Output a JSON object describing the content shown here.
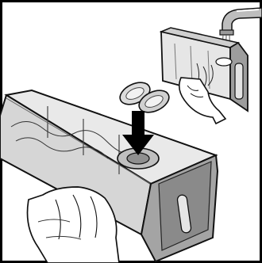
{
  "figure": {
    "frame_color": "#000000",
    "background_color": "#ffffff",
    "ink_color": "#111111",
    "shade_light": "#d9d9d9",
    "shade_mid": "#b8b8b8",
    "shade_dark": "#8c8c8c",
    "arrow_color": "#000000",
    "parts": [
      "water-faucet",
      "water-stream",
      "small-filter-container",
      "hand-holding-small-container",
      "filter-discs",
      "insertion-arrow",
      "large-water-tank",
      "tank-front-panel",
      "hand-holding-tank",
      "filter-socket"
    ]
  }
}
